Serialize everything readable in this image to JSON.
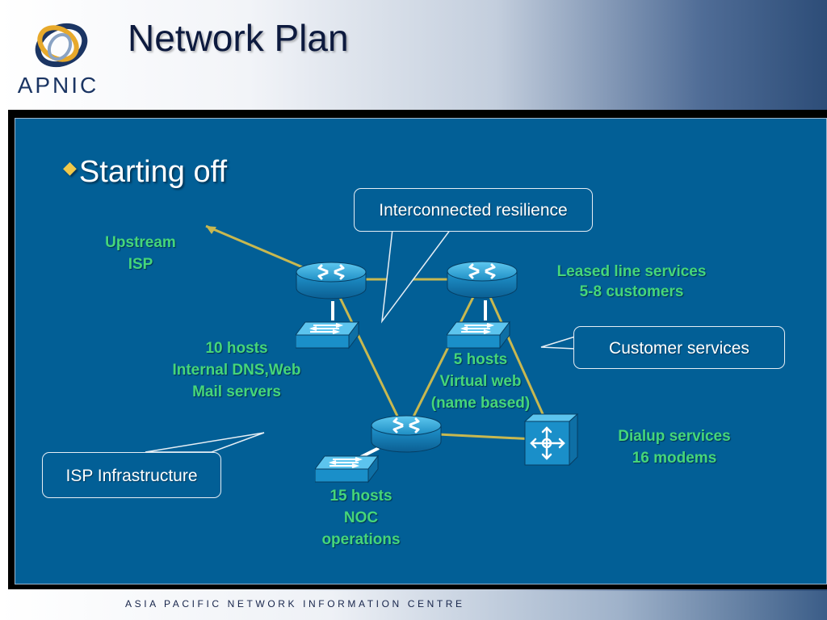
{
  "header": {
    "title": "Network Plan",
    "logo_text": "APNIC"
  },
  "bullet": {
    "marker": "diamond",
    "text": "Starting off"
  },
  "callouts": {
    "resilience": "Interconnected resilience",
    "customer": "Customer services",
    "infrastructure": "ISP Infrastructure"
  },
  "labels": {
    "upstream": {
      "line1": "Upstream",
      "line2": "ISP"
    },
    "hosts10": {
      "line1": "10 hosts",
      "line2": "Internal DNS,Web",
      "line3": "Mail servers"
    },
    "hosts5": {
      "line1": "5 hosts",
      "line2": "Virtual web",
      "line3": "(name based)"
    },
    "hosts15": {
      "line1": "15 hosts",
      "line2": "NOC",
      "line3": "operations"
    },
    "leased": {
      "line1": "Leased line services",
      "line2": "5-8 customers"
    },
    "dialup": {
      "line1": "Dialup services",
      "line2": "16 modems"
    }
  },
  "footer": {
    "text": "ASIA PACIFIC NETWORK INFORMATION CENTRE"
  },
  "colors": {
    "panel": "#025f96",
    "link": "#c8b850",
    "label": "#46d67a",
    "device": "#29a6d8"
  },
  "icons": [
    "router-icon",
    "switch-icon",
    "access-server-icon"
  ]
}
